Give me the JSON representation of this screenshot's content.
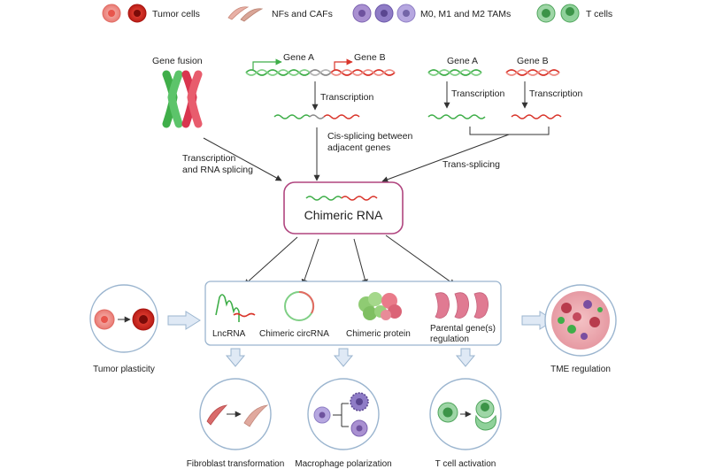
{
  "legend": {
    "tumor_cells": "Tumor cells",
    "nfs_cafs": "NFs and CAFs",
    "tams": "M0, M1 and M2 TAMs",
    "t_cells": "T cells"
  },
  "mechanisms": {
    "gene_fusion": "Gene fusion",
    "gene_a": "Gene A",
    "gene_b": "Gene B",
    "transcription": "Transcription",
    "cis_splicing_line1": "Cis-splicing between",
    "cis_splicing_line2": "adjacent genes",
    "transcription_splicing_line1": "Transcription",
    "transcription_splicing_line2": "and RNA splicing",
    "trans_splicing": "Trans-splicing"
  },
  "center": {
    "title": "Chimeric RNA"
  },
  "forms": {
    "lncrna": "LncRNA",
    "circrna": "Chimeric circRNA",
    "protein": "Chimeric protein",
    "parental_line1": "Parental gene(s)",
    "parental_line2": "regulation"
  },
  "outcomes": {
    "tumor_plasticity": "Tumor plasticity",
    "tme_regulation": "TME regulation",
    "fibroblast": "Fibroblast transformation",
    "macrophage": "Macrophage polarization",
    "t_cell": "T cell activation"
  },
  "colors": {
    "green": "#3fae49",
    "red": "#d9352b",
    "gray": "#8a8a8a",
    "box_border": "#9bb5cf",
    "center_border": "#b0457f",
    "circle_border": "#9bb5cf",
    "arrow_fill": "#dfe9f5"
  }
}
